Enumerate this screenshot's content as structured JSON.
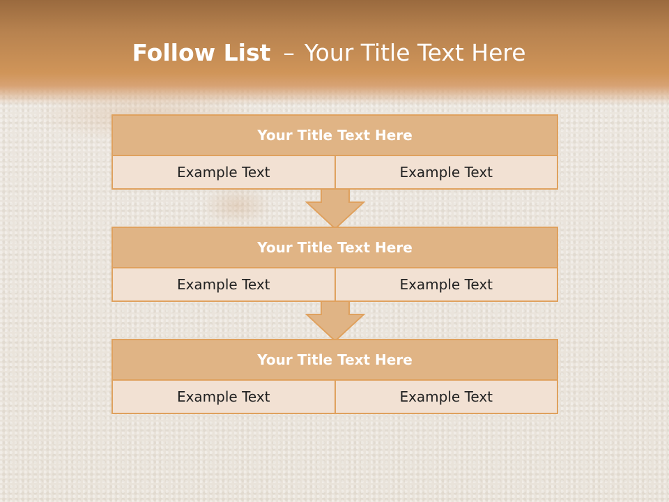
{
  "header": {
    "title_bold": "Follow List",
    "title_dash": "–",
    "title_rest": "Your Title Text Here"
  },
  "colors": {
    "accent": "#dfa15e",
    "title_fill": "#e0b485",
    "row_fill": "#f2e1d3"
  },
  "blocks": [
    {
      "title": "Your Title Text Here",
      "left": "Example Text",
      "right": "Example Text"
    },
    {
      "title": "Your Title Text Here",
      "left": "Example Text",
      "right": "Example Text"
    },
    {
      "title": "Your Title Text Here",
      "left": "Example Text",
      "right": "Example Text"
    }
  ]
}
